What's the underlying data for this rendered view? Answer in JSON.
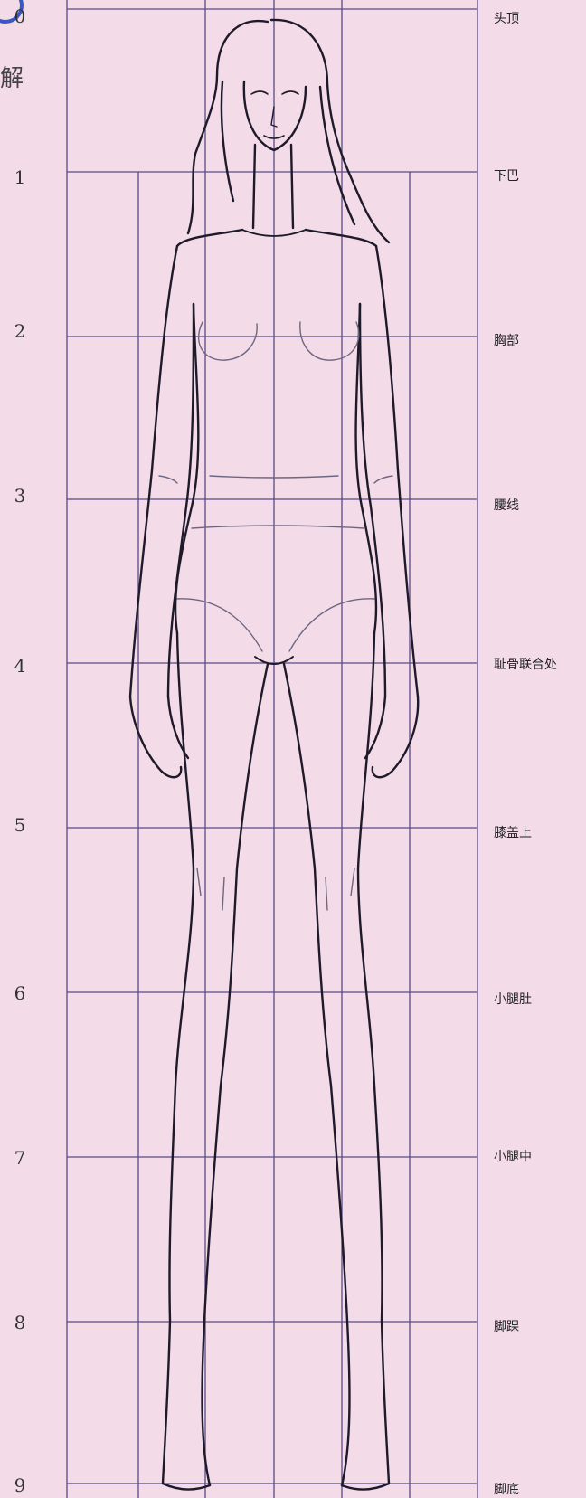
{
  "side_text": "解",
  "accent_color": "#3b55c2",
  "background_color": "#f3dbe8",
  "grid_color": "#5a4a86",
  "rows": [
    {
      "num": "0",
      "label": "头顶"
    },
    {
      "num": "1",
      "label": "下巴"
    },
    {
      "num": "2",
      "label": "胸部"
    },
    {
      "num": "3",
      "label": "腰线"
    },
    {
      "num": "4",
      "label": "耻骨联合处"
    },
    {
      "num": "5",
      "label": "膝盖上"
    },
    {
      "num": "6",
      "label": "小腿肚"
    },
    {
      "num": "7",
      "label": "小腿中"
    },
    {
      "num": "8",
      "label": "脚踝"
    },
    {
      "num": "9",
      "label": "脚底"
    }
  ]
}
